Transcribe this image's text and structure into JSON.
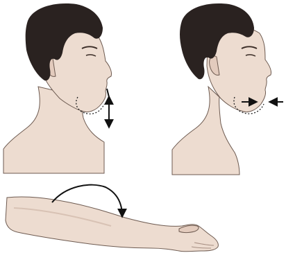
{
  "figure": {
    "panels": [
      {
        "subject": "head-profile",
        "annotation": "jaw-vertical-movement",
        "arrows": [
          "up",
          "down"
        ]
      },
      {
        "subject": "head-profile",
        "annotation": "jaw-horizontal-movement",
        "arrows": [
          "right",
          "left"
        ]
      },
      {
        "subject": "arm",
        "annotation": "arm-rotation",
        "arrows": [
          "curved-clockwise"
        ]
      }
    ],
    "colors": {
      "hair": "#2a2220",
      "skin": "#eddcd0",
      "skin_shadow": "#c9b0a2",
      "outline": "#6d5a50",
      "arrow": "#111111"
    }
  }
}
